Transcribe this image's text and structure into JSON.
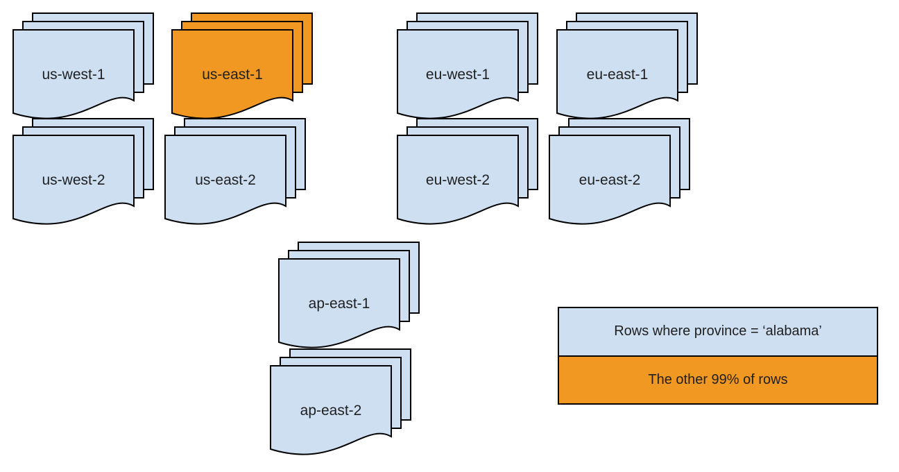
{
  "colors": {
    "document_blue": "#cedff2",
    "highlight_orange": "#f09822",
    "outline": "#000000",
    "label_text": "#1f1f1f",
    "background": "#ffffff"
  },
  "stacks": [
    {
      "label": "us-west-1",
      "color": "blue"
    },
    {
      "label": "us-east-1",
      "color": "orange"
    },
    {
      "label": "eu-west-1",
      "color": "blue"
    },
    {
      "label": "eu-east-1",
      "color": "blue"
    },
    {
      "label": "us-west-2",
      "color": "blue"
    },
    {
      "label": "us-east-2",
      "color": "blue"
    },
    {
      "label": "eu-west-2",
      "color": "blue"
    },
    {
      "label": "eu-east-2",
      "color": "blue"
    },
    {
      "label": "ap-east-1",
      "color": "blue"
    },
    {
      "label": "ap-east-2",
      "color": "blue"
    }
  ],
  "legend": {
    "items": [
      {
        "label": "Rows where province = ‘alabama’",
        "color": "blue"
      },
      {
        "label": "The other 99% of rows",
        "color": "orange"
      }
    ]
  }
}
